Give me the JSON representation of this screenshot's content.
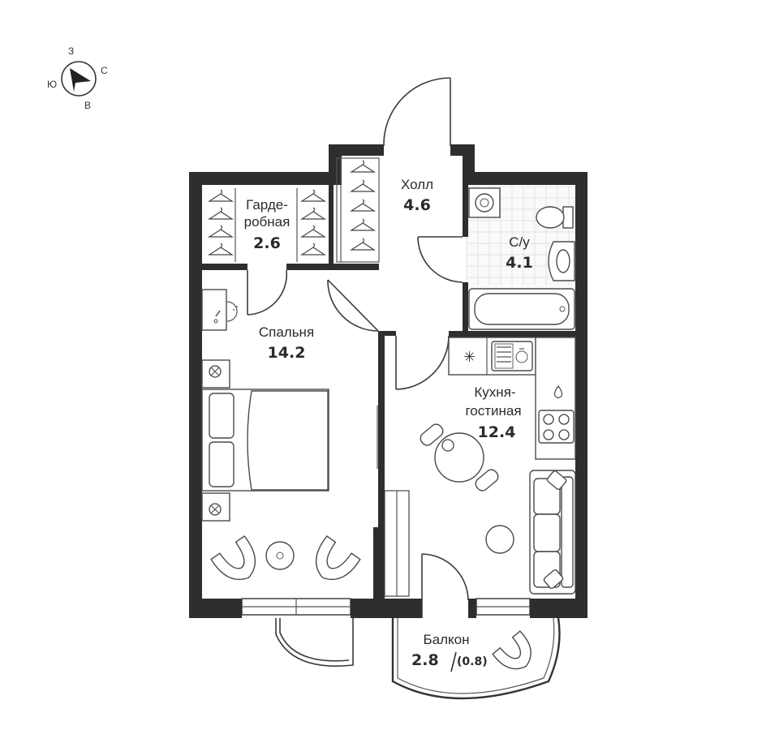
{
  "compass": {
    "north": "З",
    "east": "С",
    "south": "В",
    "west": "Ю"
  },
  "rooms": {
    "hall": {
      "name": "Холл",
      "area": "4.6"
    },
    "wardrobe": {
      "name_line1": "Гарде-",
      "name_line2": "робная",
      "area": "2.6"
    },
    "bathroom": {
      "name": "С/у",
      "area": "4.1"
    },
    "bedroom": {
      "name": "Спальня",
      "area": "14.2"
    },
    "kitchen": {
      "name_line1": "Кухня-",
      "name_line2": "гостиная",
      "area": "12.4"
    },
    "balcony": {
      "name": "Балкон",
      "area": "2.8",
      "area_reduced": "(0.8)"
    }
  }
}
